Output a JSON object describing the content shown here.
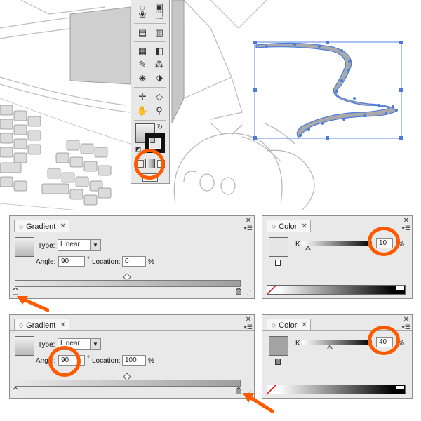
{
  "colors": {
    "accent_orange": "#ff5a00",
    "panel_bg": "#e9e9e9",
    "selection_blue": "#4a7bdc"
  },
  "toolbox": {
    "icons": [
      "lasso-icon",
      "blend-icon",
      "symbol-sprayer-icon",
      "graph-icon",
      "mesh-icon",
      "gradient-icon",
      "eyedropper-icon",
      "live-paint-icon",
      "slice-icon",
      "eraser-icon",
      "hand-icon",
      "zoom-icon",
      "swap-colors-icon",
      "fill-stroke-icon",
      "color-mode-icon",
      "gradient-mode-icon",
      "none-mode-icon",
      "screen-mode-icon"
    ]
  },
  "gradient_panel_1": {
    "title": "Gradient",
    "type_label": "Type:",
    "type_value": "Linear",
    "angle_label": "Angle:",
    "angle_value": "90",
    "degree_symbol": "°",
    "location_label": "Location:",
    "location_value": "0",
    "percent": "%"
  },
  "gradient_panel_2": {
    "title": "Gradient",
    "type_label": "Type:",
    "type_value": "Linear",
    "angle_label": "Angle:",
    "angle_value": "90",
    "degree_symbol": "°",
    "location_label": "Location:",
    "location_value": "100",
    "percent": "%"
  },
  "color_panel_1": {
    "title": "Color",
    "channel_label": "K",
    "k_value": "10",
    "percent": "%",
    "slider_level": 0.1
  },
  "color_panel_2": {
    "title": "Color",
    "channel_label": "K",
    "k_value": "40",
    "percent": "%",
    "slider_level": 0.4
  }
}
